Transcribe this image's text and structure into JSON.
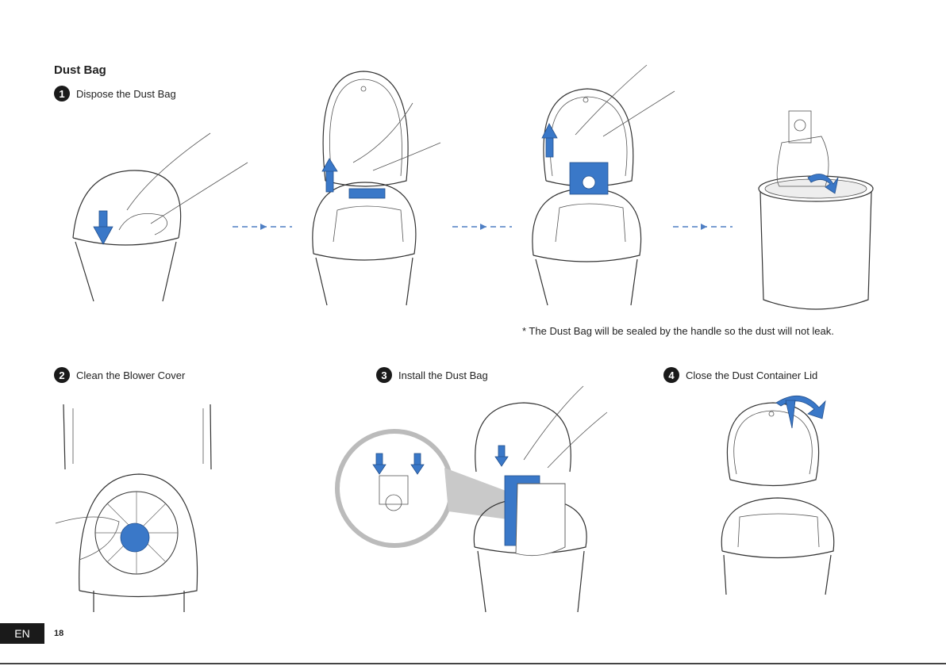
{
  "section_title": "Dust Bag",
  "steps": [
    {
      "number": "1",
      "label": "Dispose the Dust Bag"
    },
    {
      "number": "2",
      "label": "Clean the Blower Cover"
    },
    {
      "number": "3",
      "label": "Install the Dust Bag"
    },
    {
      "number": "4",
      "label": "Close the Dust Container Lid"
    }
  ],
  "note": "* The Dust Bag will be sealed by the handle so the dust will not leak.",
  "footer": {
    "language": "EN",
    "page_number": "18"
  },
  "colors": {
    "accent": "#3a78c8",
    "text": "#222222",
    "badge": "#1a1a1a"
  }
}
